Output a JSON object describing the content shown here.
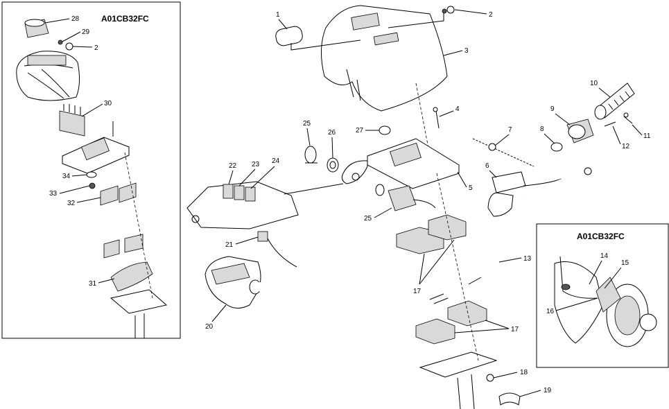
{
  "insets": [
    {
      "title": "A01CB32FC"
    },
    {
      "title": "A01CB32FC"
    }
  ],
  "callouts": {
    "c1": "1",
    "c2": "2",
    "c2b": "2",
    "c3": "3",
    "c4": "4",
    "c5": "5",
    "c6": "6",
    "c7": "7",
    "c8": "8",
    "c9": "9",
    "c10": "10",
    "c11": "11",
    "c12": "12",
    "c13": "13",
    "c14": "14",
    "c15": "15",
    "c16": "16",
    "c17a": "17",
    "c17b": "17",
    "c18": "18",
    "c19": "19",
    "c20": "20",
    "c21": "21",
    "c22": "22",
    "c23": "23",
    "c24": "24",
    "c25a": "25",
    "c25b": "25",
    "c26": "26",
    "c27": "27",
    "c28": "28",
    "c29": "29",
    "c30": "30",
    "c31": "31",
    "c32": "32",
    "c33": "33",
    "c34": "34"
  }
}
